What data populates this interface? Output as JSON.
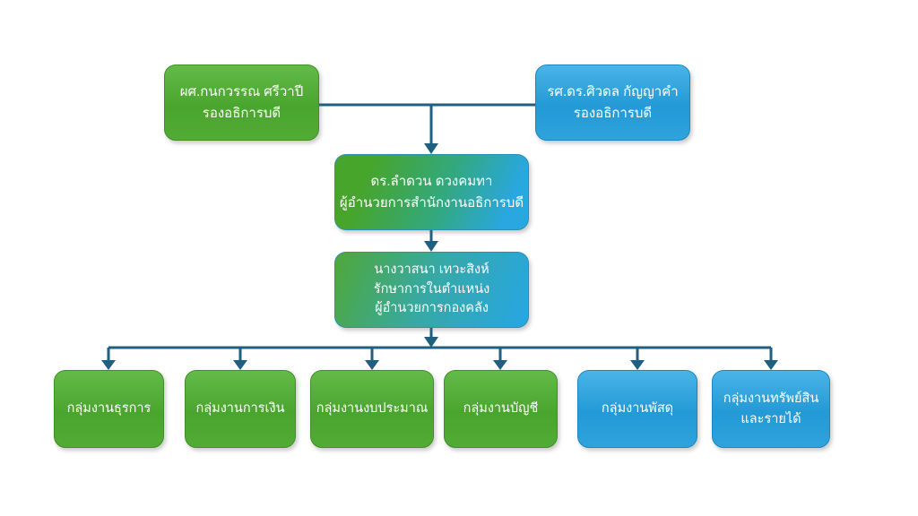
{
  "diagram": {
    "type": "org-chart",
    "colors": {
      "green_node": "#4aa52e",
      "blue_node": "#2399d6",
      "gradient_node": "#47a52c to #29a7e0",
      "connector_line": "#1f5f80",
      "text": "#ffffff",
      "background": "#ffffff"
    },
    "nodes": {
      "top_left": {
        "line1": "ผศ.กนกวรรณ ศรีวาปี",
        "line2": "รองอธิการบดี",
        "color": "green"
      },
      "top_right": {
        "line1": "รศ.ดร.ศิวดล กัญญาคำ",
        "line2": "รองอธิการบดี",
        "color": "blue"
      },
      "director_office": {
        "line1": "ดร.ลำดวน ดวงคมทา",
        "line2": "ผู้อำนวยการสำนักงานอธิการบดี",
        "color": "green-blue-gradient"
      },
      "acting_director": {
        "line1": "นางวาสนา เทวะสิงห์",
        "line2": "รักษาการในตำแหน่ง",
        "line3": "ผู้อำนวยการกองคลัง",
        "color": "green-blue-gradient"
      },
      "units": [
        {
          "line1": "กลุ่มงานธุรการ",
          "color": "green"
        },
        {
          "line1": "กลุ่มงานการเงิน",
          "color": "green"
        },
        {
          "line1": "กลุ่มงานงบประมาณ",
          "color": "green"
        },
        {
          "line1": "กลุ่มงานบัญชี",
          "color": "green"
        },
        {
          "line1": "กลุ่มงานพัสดุ",
          "color": "blue"
        },
        {
          "line1": "กลุ่มงานทรัพย์สิน",
          "line2": "และรายได้",
          "color": "blue"
        }
      ]
    }
  }
}
